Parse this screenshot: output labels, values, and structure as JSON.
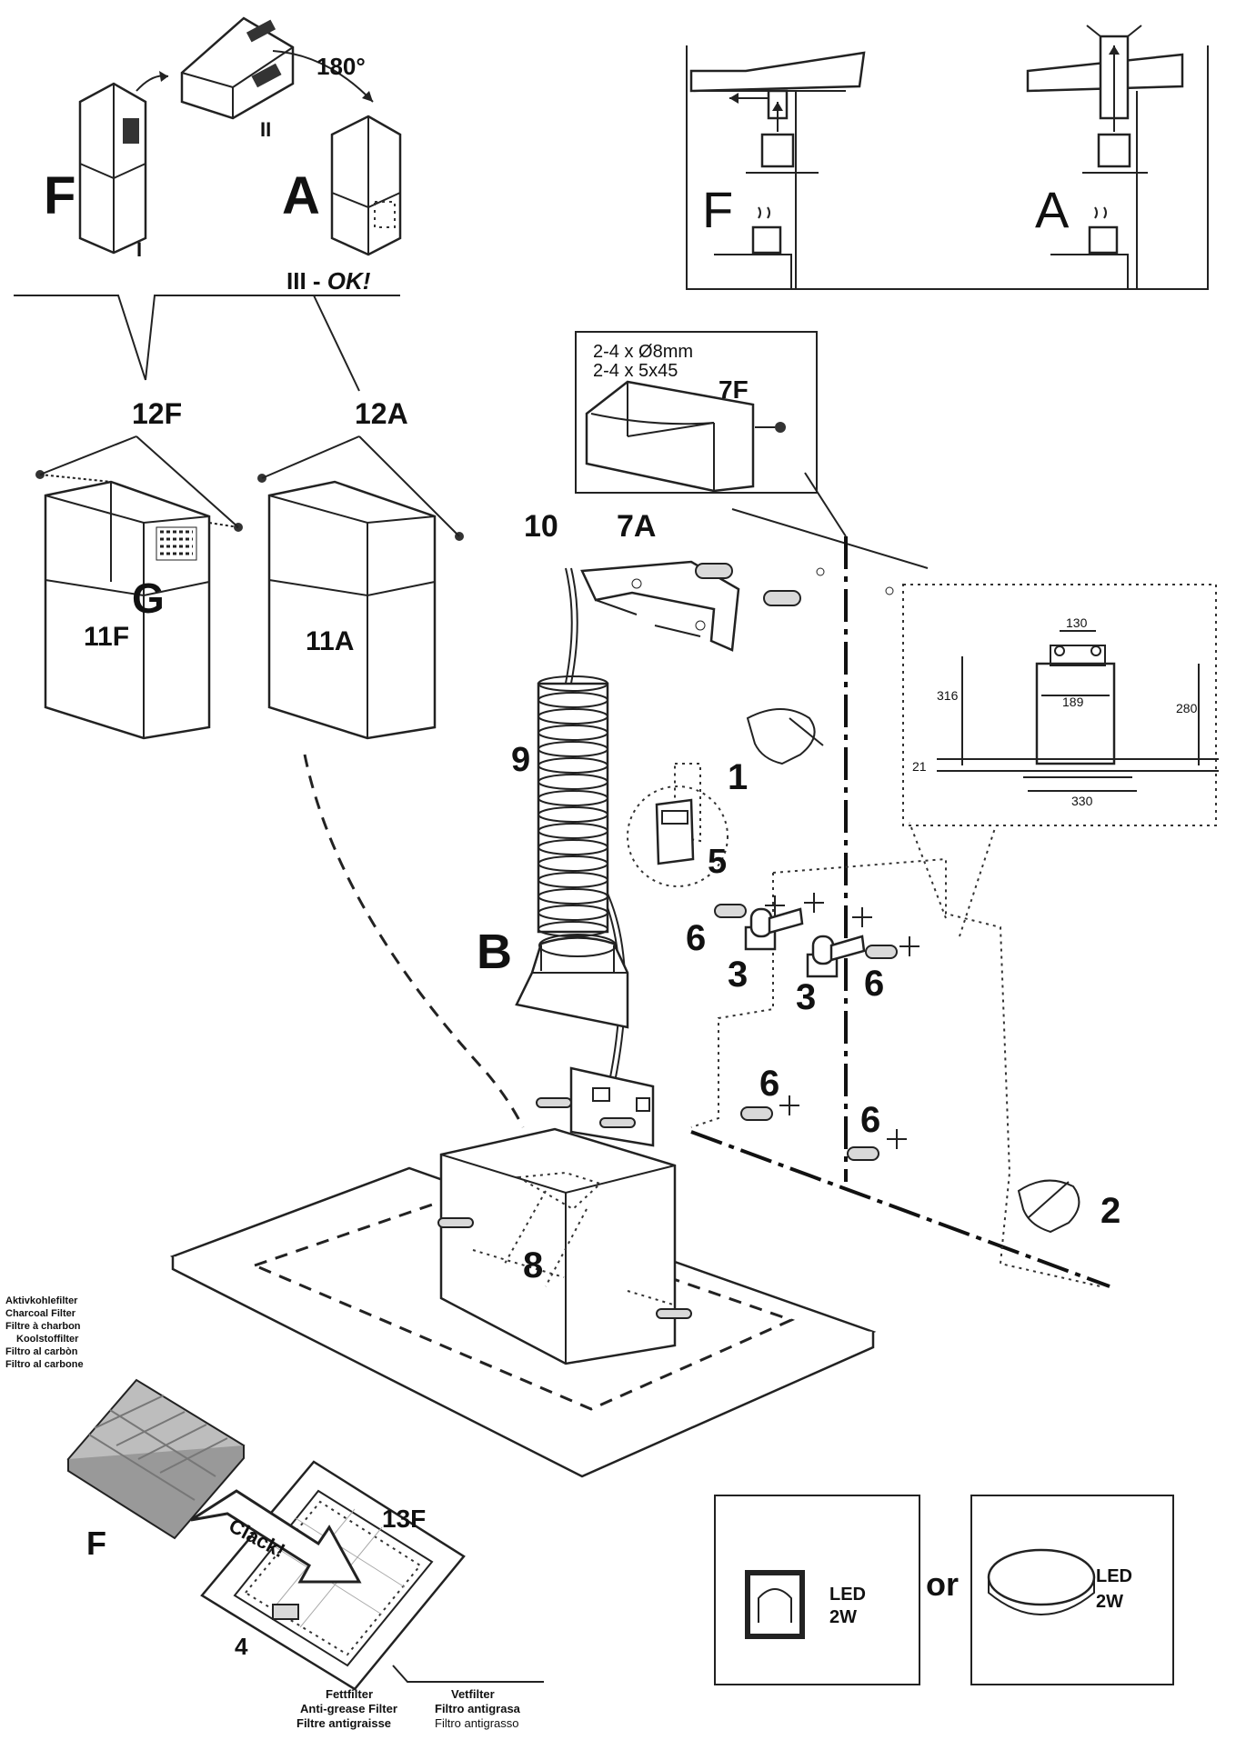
{
  "corner_flue": {
    "label_f": "F",
    "label_a": "A",
    "step_1": "I",
    "step_2": "II",
    "step_3": "III - ",
    "step_3_ok": "OK!",
    "rotation": "180°"
  },
  "flues": {
    "upper_f": "12F",
    "upper_a": "12A",
    "lower_f": "11F",
    "lower_a": "11A",
    "grille": "G"
  },
  "modes_panel": {
    "mode_f": "F",
    "mode_a": "A"
  },
  "bracket_box": {
    "spec_line_1": "2-4 x Ø8mm",
    "spec_line_2": "2-4 x 5x45",
    "label_7f": "7F",
    "label_7a": "7A"
  },
  "parts": {
    "cable": "10",
    "hose": "9",
    "adapter": "B",
    "step_1": "1",
    "step_2": "2",
    "clip": "5",
    "plug_left": "6",
    "plug_right": "6",
    "plug_low_left": "6",
    "plug_low_right": "6",
    "bracket_left": "3",
    "bracket_right": "3",
    "screws": "8"
  },
  "dimensions": {
    "d130": "130",
    "d189": "189",
    "d316": "316",
    "d280": "280",
    "d21": "21",
    "d330": "330"
  },
  "filters": {
    "charcoal_langs": [
      "Aktivkohlefilter",
      "Charcoal Filter",
      "Filtre à charbon",
      "Koolstoffilter",
      "Filtro al carbòn",
      "Filtro al carbone"
    ],
    "charcoal_label": "F",
    "clack": "Clack!",
    "grease_label": "13F",
    "handle_label": "4",
    "grease_langs_left": [
      "Fettfilter",
      "Anti-grease Filter",
      "Filtre antigraisse"
    ],
    "grease_langs_right": [
      "Vetfilter",
      "Filtro antigrasa",
      "Filtro antigrasso"
    ]
  },
  "lighting": {
    "led_1": "LED",
    "watt_1": "2W",
    "or": "or",
    "led_2": "LED",
    "watt_2": "2W"
  }
}
